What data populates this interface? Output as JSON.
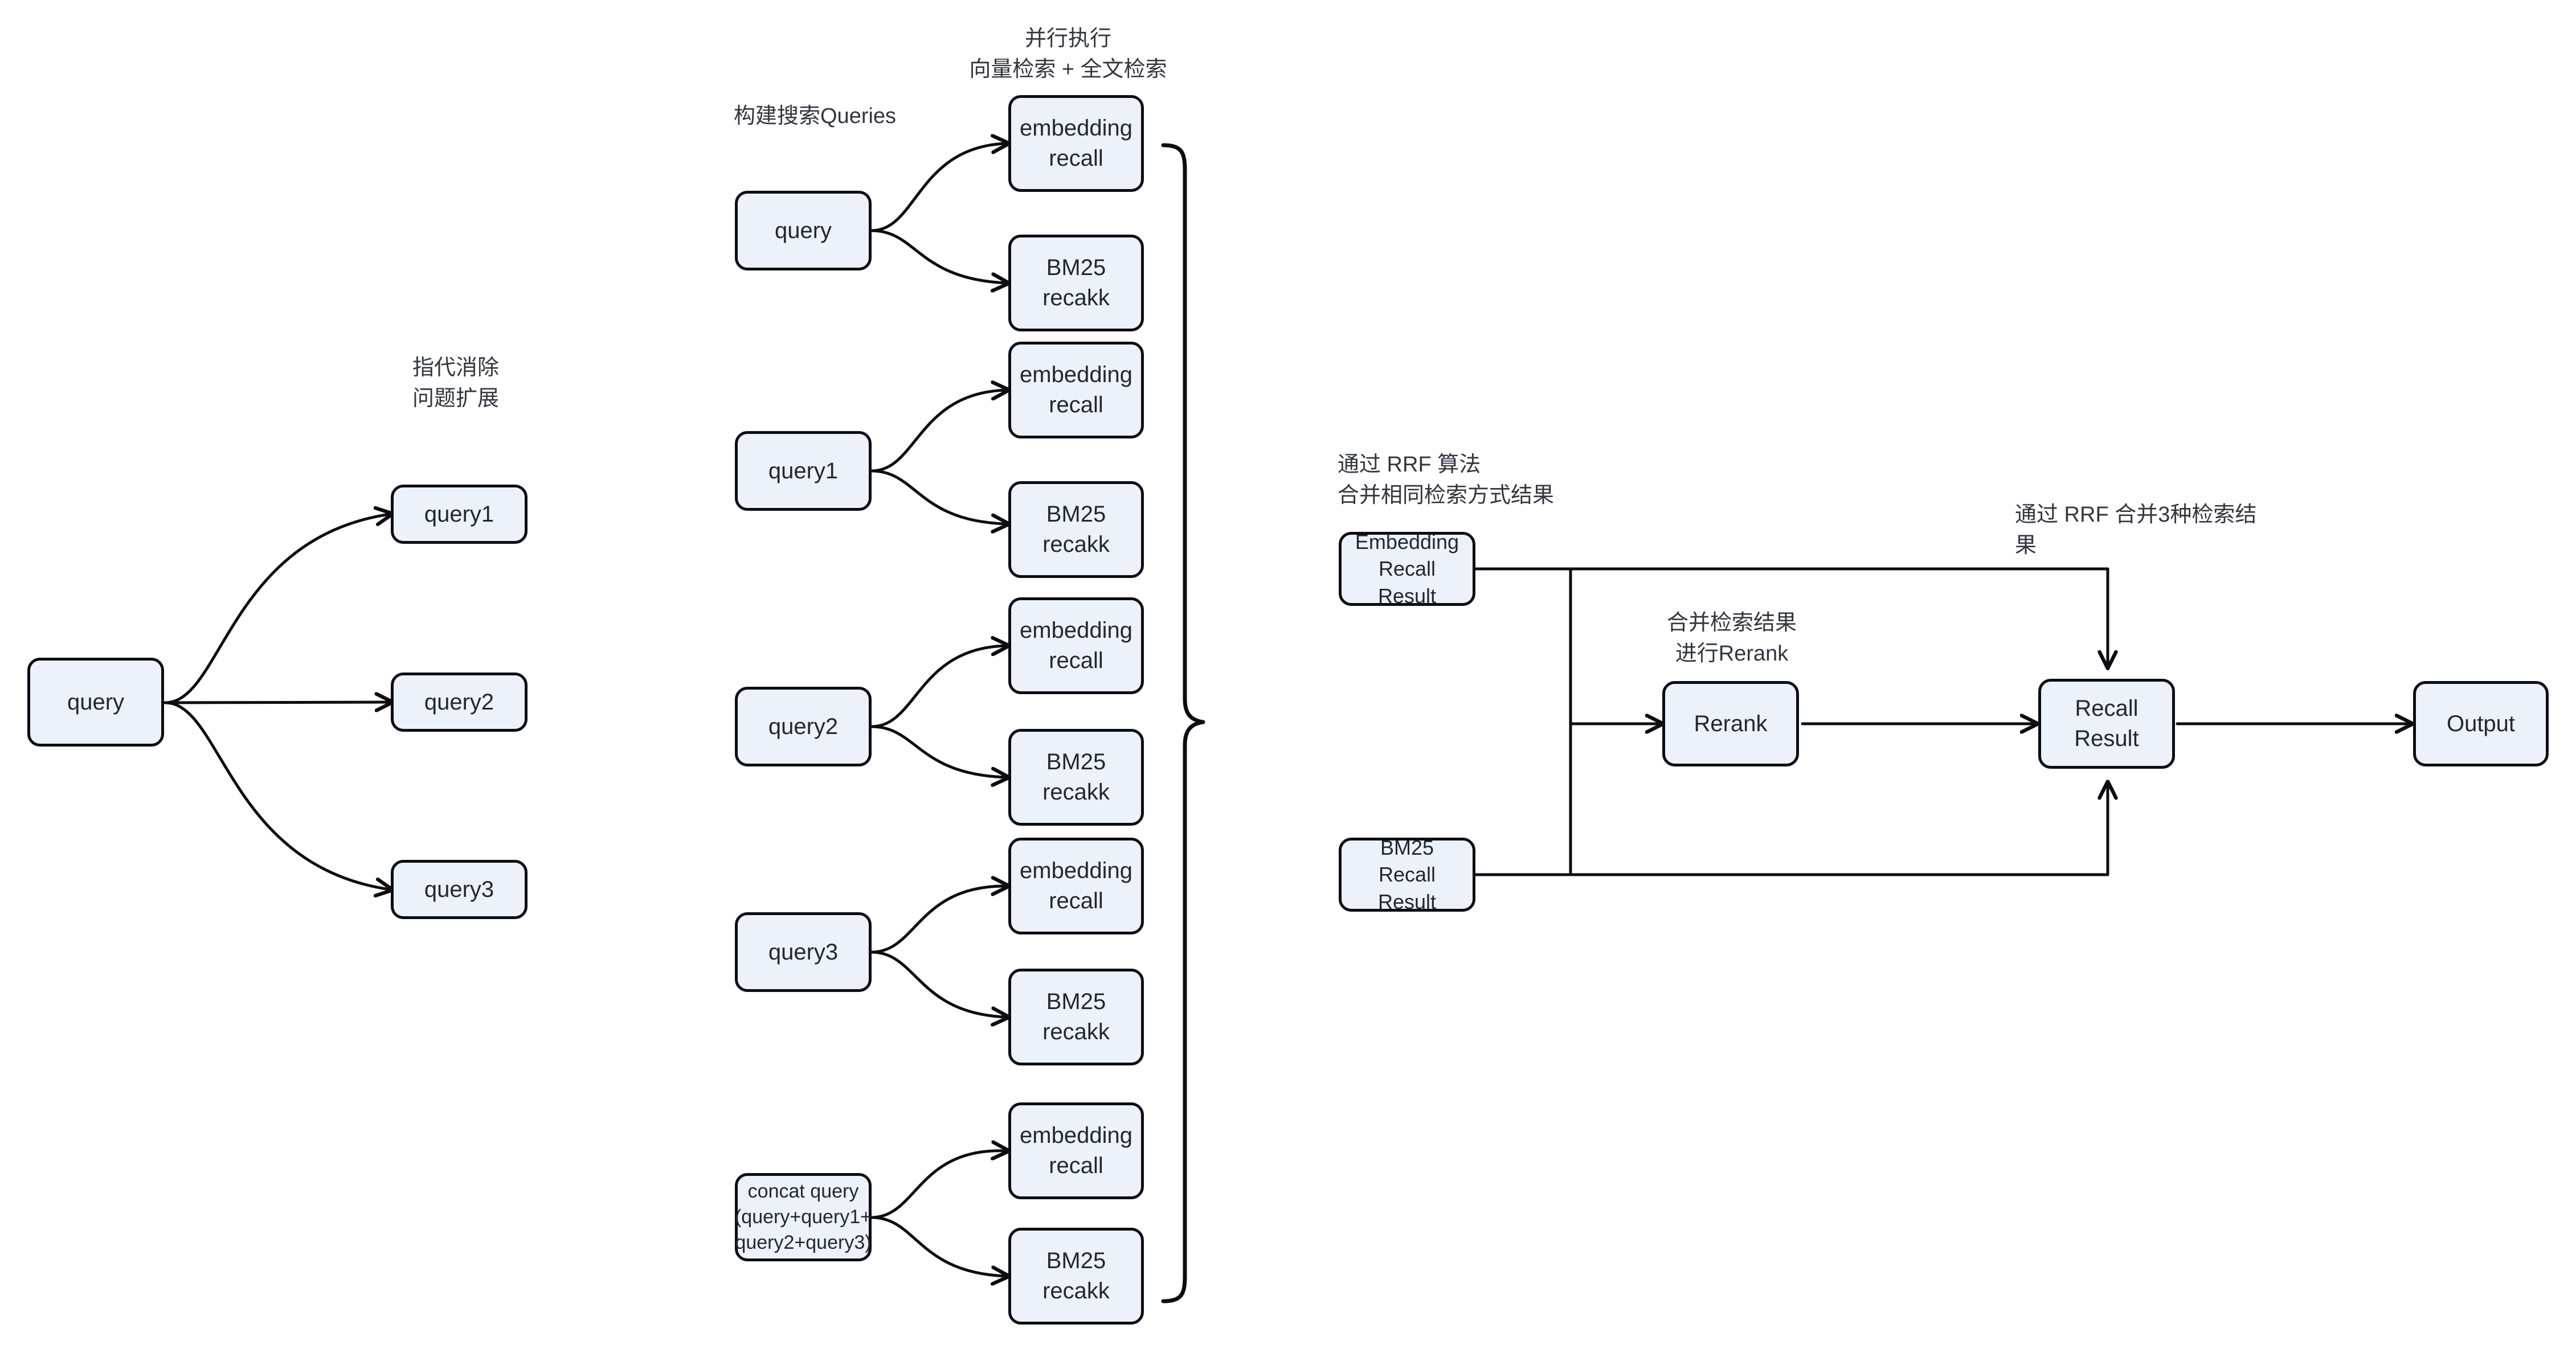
{
  "diagram": {
    "title": "RAG Hybrid Retrieval Pipeline",
    "background": "#ffffff",
    "node_fill": "#ECF1FA",
    "node_stroke": "#0b0d12",
    "text_color": "#232730"
  },
  "notes": {
    "coref_expansion": "指代消除\n问题扩展",
    "build_queries": "构建搜索Queries",
    "parallel_exec": "并行执行\n向量检索 + 全文检索",
    "rrf_same_method": "通过 RRF 算法\n合并相同检索方式结果",
    "merge_rerank": "合并检索结果\n进行Rerank",
    "rrf_three": "通过 RRF 合并3种检索结果"
  },
  "stage1": {
    "source": "query",
    "expanded": [
      "query1",
      "query2",
      "query3"
    ]
  },
  "stage2": {
    "queries": [
      "query",
      "query1",
      "query2",
      "query3",
      "concat query\n(query+query1+\nquery2+query3)"
    ],
    "recalls": [
      "embedding\nrecall",
      "BM25\nrecakk",
      "embedding\nrecall",
      "BM25\nrecakk",
      "embedding\nrecall",
      "BM25\nrecakk",
      "embedding\nrecall",
      "BM25\nrecakk",
      "embedding\nrecall",
      "BM25\nrecakk"
    ]
  },
  "stage3": {
    "embedding_result": "Embedding\nRecall\nResult",
    "bm25_result": "BM25\nRecall\nResult",
    "rerank": "Rerank",
    "recall_result": "Recall\nResult",
    "output": "Output"
  }
}
